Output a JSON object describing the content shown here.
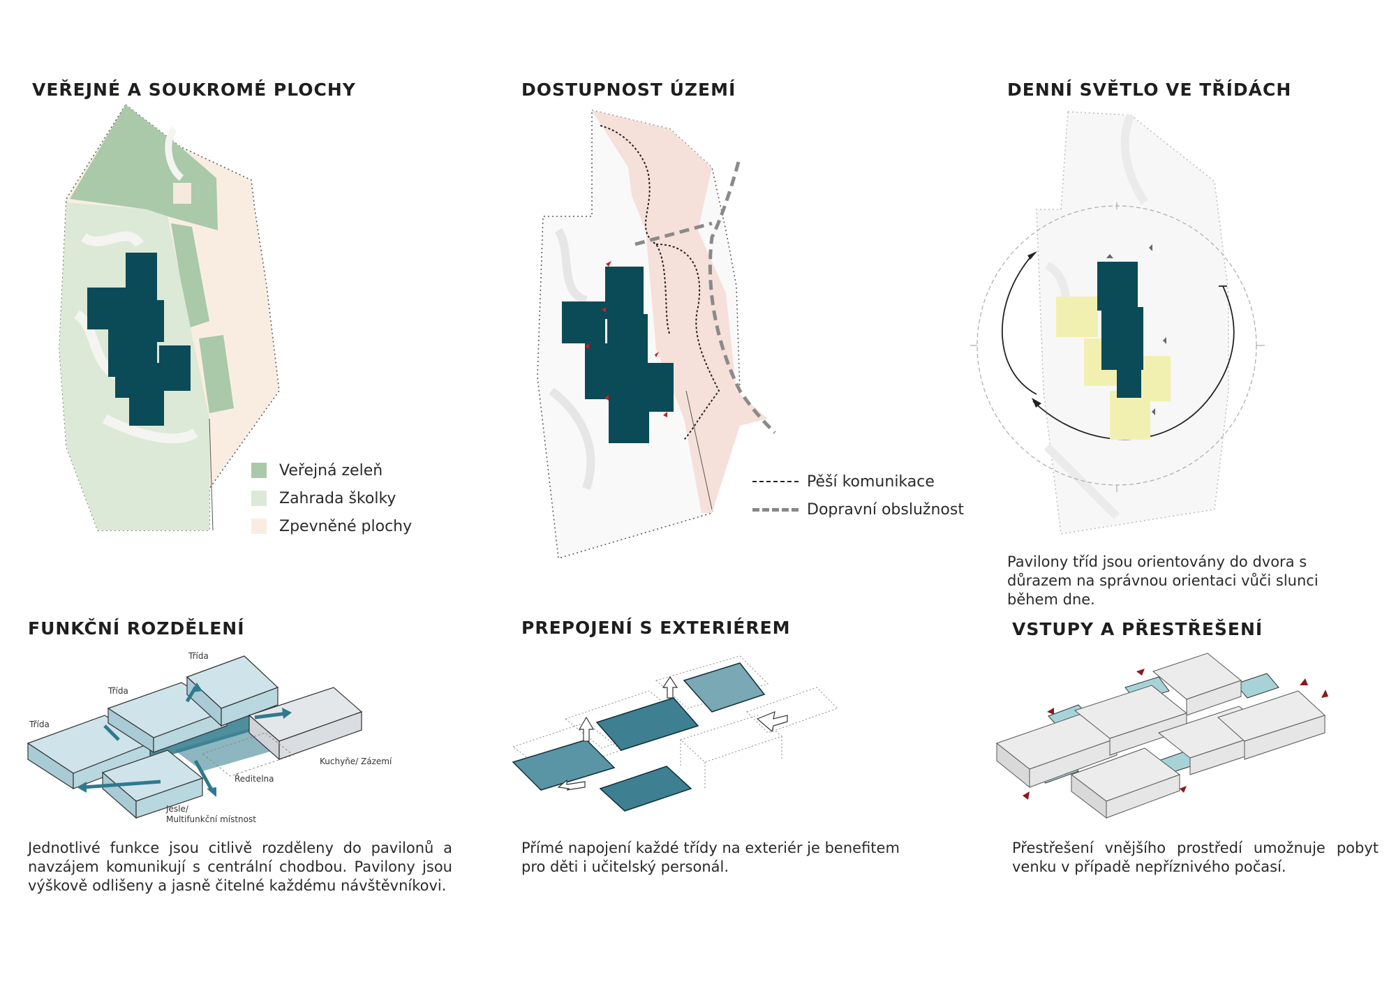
{
  "panels": {
    "public_private": {
      "title": "VEŘEJNÉ A SOUKROMÉ PLOCHY",
      "legend": [
        {
          "label": "Veřejná zeleň",
          "color": "#a9c9a9"
        },
        {
          "label": "Zahrada školky",
          "color": "#dbe9d6"
        },
        {
          "label": "Zpevněné plochy",
          "color": "#f9ede2"
        }
      ]
    },
    "access": {
      "title": "DOSTUPNOST  ÚZEMÍ",
      "legend": [
        {
          "label": "Pěší komunikace",
          "style": "fine-dashed"
        },
        {
          "label": "Dopravní obslužnost",
          "style": "thick-dashed"
        }
      ]
    },
    "daylight": {
      "title": "DENNÍ SVĚTLO VE TŘÍDÁCH",
      "description": "Pavilony tříd jsou orientovány do dvora s důrazem na správnou orientaci vůči slunci během dne."
    },
    "functions": {
      "title": "FUNKČNÍ ROZDĚLENÍ",
      "labels": {
        "trida1": "Třída",
        "trida2": "Třída",
        "trida3": "Třída",
        "kuchyne": "Kuchyňe/ Zázemí",
        "reditelna": "Ředitelna",
        "jesle": "Jesle/",
        "multifunkcni": "Multifunkční místnost"
      },
      "description": "Jednotlivé funkce jsou citlivě rozděleny do pavilonů a navzájem komunikují s centrální chodbou. Pavilony jsou výškově odlišeny a jasně čitelné každému návštěvníkovi."
    },
    "exterior": {
      "title": "PREPOJENÍ S EXTERIÉREM",
      "description": "Přímé napojení každé třídy na exteriér je benefitem pro děti i učitelský personál."
    },
    "entrances": {
      "title": "VSTUPY A PŘESTŘEŠENÍ",
      "description": "Přestřešení vnějšího prostředí umožnuje pobyt venku v případě nepříznivého počasí."
    }
  },
  "colors": {
    "building": "#0b4a57",
    "public_green": "#a9c9a9",
    "garden": "#dbe9d6",
    "paved": "#f9ede2",
    "access_pink": "#f6e0da",
    "classroom_yellow": "#f2f0b0",
    "glass_blue": "#b9d7df",
    "teal_arrow": "#2f7a8c",
    "entrance_red": "#8a1a1a"
  }
}
